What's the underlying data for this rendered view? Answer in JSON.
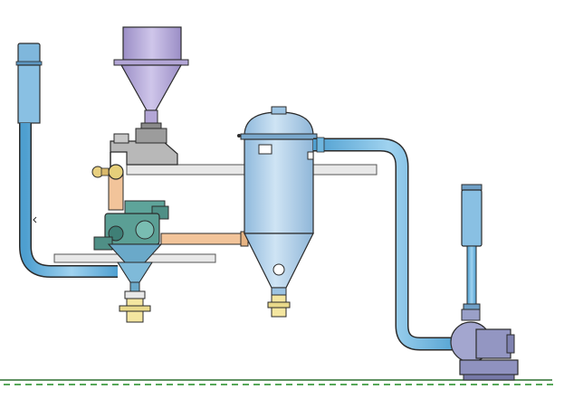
{
  "diagram": {
    "labels": [],
    "colors": {
      "equipment_blue": "#a9cde9",
      "pipe_blue": "#6fb6df",
      "hopper_violet": "#b3a6d6",
      "feeder_teal": "#4f8f86",
      "feed_tube_orange": "#f2c49a",
      "valve_yellow": "#f4e6a0",
      "support_grey": "#e8e8e8",
      "ground_green": "#57a85a",
      "outline": "#2b2b2b"
    },
    "components": [
      {
        "name": "feed-hopper",
        "kind": "hopper"
      },
      {
        "name": "rotary-feeder",
        "kind": "feeder"
      },
      {
        "name": "mill",
        "kind": "mill"
      },
      {
        "name": "cyclone-collector",
        "kind": "vessel"
      },
      {
        "name": "exhaust-fan",
        "kind": "blower"
      },
      {
        "name": "left-filter",
        "kind": "filter"
      },
      {
        "name": "right-silencer",
        "kind": "silencer"
      }
    ]
  }
}
